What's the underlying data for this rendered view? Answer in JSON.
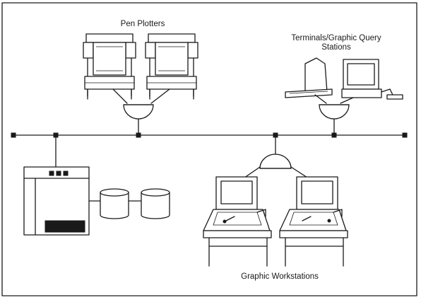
{
  "labels": {
    "pen_plotters": "Pen Plotters",
    "terminals_line1": "Terminals/Graphic Query",
    "terminals_line2": "Stations",
    "graphic_workstations": "Graphic Workstations"
  }
}
